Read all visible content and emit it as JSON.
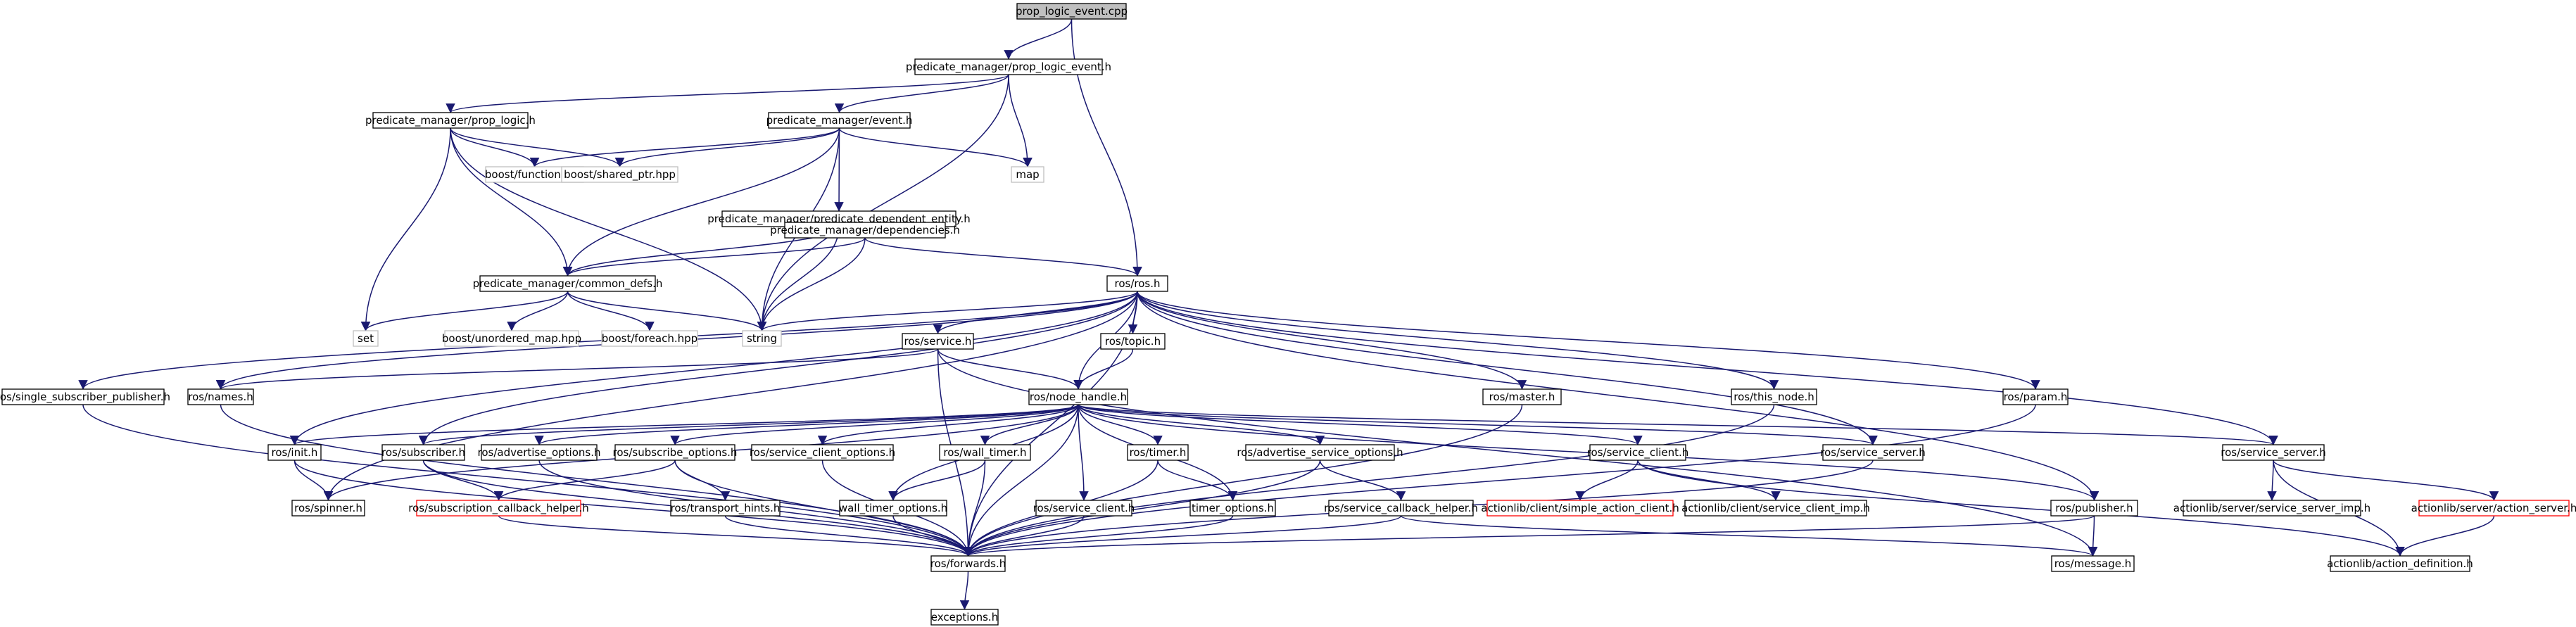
{
  "title": "prop_logic_event.cpp",
  "colors": {
    "edge": "#191970",
    "border_normal": "#000000",
    "border_external": "#bfbfbf",
    "border_missing": "#ff0000",
    "root_fill": "#bfbfbf",
    "fill": "#ffffff"
  },
  "nodes": [
    {
      "id": "root",
      "label": "prop_logic_event.cpp",
      "style": "root"
    },
    {
      "id": "pm_ple",
      "label": "predicate_manager/prop_logic_event.h",
      "style": "normal"
    },
    {
      "id": "pm_pl",
      "label": "predicate_manager/prop_logic.h",
      "style": "normal"
    },
    {
      "id": "pm_event",
      "label": "predicate_manager/event.h",
      "style": "normal"
    },
    {
      "id": "boost_function",
      "label": "boost/function.hpp",
      "style": "external"
    },
    {
      "id": "boost_shared",
      "label": "boost/shared_ptr.hpp",
      "style": "external"
    },
    {
      "id": "map",
      "label": "map",
      "style": "external"
    },
    {
      "id": "pm_pde",
      "label": "predicate_manager/predicate_dependent_entity.h",
      "style": "normal"
    },
    {
      "id": "pm_dep",
      "label": "predicate_manager/dependencies.h",
      "style": "normal"
    },
    {
      "id": "pm_cd",
      "label": "predicate_manager/common_defs.h",
      "style": "normal"
    },
    {
      "id": "set",
      "label": "set",
      "style": "external"
    },
    {
      "id": "boost_um",
      "label": "boost/unordered_map.hpp",
      "style": "external"
    },
    {
      "id": "boost_fe",
      "label": "boost/foreach.hpp",
      "style": "external"
    },
    {
      "id": "string",
      "label": "string",
      "style": "external"
    },
    {
      "id": "ros_ros",
      "label": "ros/ros.h",
      "style": "normal"
    },
    {
      "id": "ros_service",
      "label": "ros/service.h",
      "style": "normal"
    },
    {
      "id": "ros_topic",
      "label": "ros/topic.h",
      "style": "normal"
    },
    {
      "id": "ros_ssp",
      "label": "ros/single_subscriber_publisher.h",
      "style": "normal"
    },
    {
      "id": "ros_names",
      "label": "ros/names.h",
      "style": "normal"
    },
    {
      "id": "ros_nh",
      "label": "ros/node_handle.h",
      "style": "normal"
    },
    {
      "id": "ros_master",
      "label": "ros/master.h",
      "style": "normal"
    },
    {
      "id": "ros_this_node",
      "label": "ros/this_node.h",
      "style": "normal"
    },
    {
      "id": "ros_param",
      "label": "ros/param.h",
      "style": "normal"
    },
    {
      "id": "ros_ss_root",
      "label": "ros/service_server.h",
      "style": "normal"
    },
    {
      "id": "ros_init",
      "label": "ros/init.h",
      "style": "normal"
    },
    {
      "id": "ros_subscriber",
      "label": "ros/subscriber.h",
      "style": "normal"
    },
    {
      "id": "ros_adv_opt",
      "label": "ros/advertise_options.h",
      "style": "normal"
    },
    {
      "id": "ros_sub_opt",
      "label": "ros/subscribe_options.h",
      "style": "normal"
    },
    {
      "id": "ros_sc_opt",
      "label": "ros/service_client_options.h",
      "style": "normal"
    },
    {
      "id": "ros_wall_timer",
      "label": "ros/wall_timer.h",
      "style": "normal"
    },
    {
      "id": "ros_timer",
      "label": "ros/timer.h",
      "style": "normal"
    },
    {
      "id": "ros_adv_svc_opt",
      "label": "ros/advertise_service_options.h",
      "style": "normal"
    },
    {
      "id": "ros_sc_a",
      "label": "ros/service_client.h",
      "style": "normal"
    },
    {
      "id": "ros_ss_b",
      "label": "ros/service_server.h",
      "style": "normal"
    },
    {
      "id": "ros_publisher",
      "label": "ros/publisher.h",
      "style": "normal"
    },
    {
      "id": "ros_spinner",
      "label": "ros/spinner.h",
      "style": "normal"
    },
    {
      "id": "ros_scb",
      "label": "ros/subscription_callback_helper.h",
      "style": "missing"
    },
    {
      "id": "ros_th",
      "label": "ros/transport_hints.h",
      "style": "normal"
    },
    {
      "id": "ros_wto",
      "label": "wall_timer_options.h",
      "style": "normal"
    },
    {
      "id": "ros_sc_b",
      "label": "ros/service_client.h",
      "style": "normal"
    },
    {
      "id": "ros_to",
      "label": "timer_options.h",
      "style": "normal"
    },
    {
      "id": "ros_svc_cb",
      "label": "ros/service_callback_helper.h",
      "style": "normal"
    },
    {
      "id": "al_sac",
      "label": "actionlib/client/simple_action_client.h",
      "style": "missing"
    },
    {
      "id": "al_sci",
      "label": "actionlib/client/service_client_imp.h",
      "style": "normal"
    },
    {
      "id": "al_ssi",
      "label": "actionlib/server/service_server_imp.h",
      "style": "normal"
    },
    {
      "id": "al_as",
      "label": "actionlib/server/action_server.h",
      "style": "missing"
    },
    {
      "id": "al_ad",
      "label": "actionlib/action_definition.h",
      "style": "normal"
    },
    {
      "id": "ros_forwards",
      "label": "ros/forwards.h",
      "style": "normal"
    },
    {
      "id": "ros_message",
      "label": "ros/message.h",
      "style": "normal"
    },
    {
      "id": "exceptions",
      "label": "exceptions.h",
      "style": "normal"
    }
  ],
  "edges": [
    [
      "root",
      "pm_ple"
    ],
    [
      "root",
      "ros_ros"
    ],
    [
      "pm_ple",
      "pm_pl"
    ],
    [
      "pm_ple",
      "pm_event"
    ],
    [
      "pm_ple",
      "map"
    ],
    [
      "pm_ple",
      "string"
    ],
    [
      "pm_pl",
      "boost_function"
    ],
    [
      "pm_pl",
      "boost_shared"
    ],
    [
      "pm_pl",
      "pm_cd"
    ],
    [
      "pm_pl",
      "set"
    ],
    [
      "pm_pl",
      "string"
    ],
    [
      "pm_event",
      "boost_function"
    ],
    [
      "pm_event",
      "boost_shared"
    ],
    [
      "pm_event",
      "map"
    ],
    [
      "pm_event",
      "pm_pde"
    ],
    [
      "pm_event",
      "pm_cd"
    ],
    [
      "pm_event",
      "string"
    ],
    [
      "pm_pde",
      "pm_dep"
    ],
    [
      "pm_pde",
      "pm_cd"
    ],
    [
      "pm_pde",
      "string"
    ],
    [
      "pm_dep",
      "pm_cd"
    ],
    [
      "pm_dep",
      "string"
    ],
    [
      "pm_dep",
      "ros_ros"
    ],
    [
      "pm_cd",
      "set"
    ],
    [
      "pm_cd",
      "boost_um"
    ],
    [
      "pm_cd",
      "boost_fe"
    ],
    [
      "pm_cd",
      "string"
    ],
    [
      "ros_ros",
      "string"
    ],
    [
      "ros_ros",
      "ros_service"
    ],
    [
      "ros_ros",
      "ros_topic"
    ],
    [
      "ros_ros",
      "ros_ssp"
    ],
    [
      "ros_ros",
      "ros_names"
    ],
    [
      "ros_ros",
      "ros_nh"
    ],
    [
      "ros_ros",
      "ros_master"
    ],
    [
      "ros_ros",
      "ros_this_node"
    ],
    [
      "ros_ros",
      "ros_param"
    ],
    [
      "ros_ros",
      "ros_ss_root"
    ],
    [
      "ros_ros",
      "ros_init"
    ],
    [
      "ros_ros",
      "ros_subscriber"
    ],
    [
      "ros_ros",
      "ros_spinner"
    ],
    [
      "ros_ros",
      "ros_ss_b"
    ],
    [
      "ros_ros",
      "ros_publisher"
    ],
    [
      "ros_ros",
      "ros_forwards"
    ],
    [
      "ros_service",
      "ros_names"
    ],
    [
      "ros_service",
      "ros_nh"
    ],
    [
      "ros_service",
      "ros_forwards"
    ],
    [
      "ros_service",
      "ros_message"
    ],
    [
      "ros_topic",
      "ros_nh"
    ],
    [
      "ros_ssp",
      "ros_forwards"
    ],
    [
      "ros_names",
      "ros_forwards"
    ],
    [
      "ros_nh",
      "ros_init"
    ],
    [
      "ros_nh",
      "ros_subscriber"
    ],
    [
      "ros_nh",
      "ros_adv_opt"
    ],
    [
      "ros_nh",
      "ros_sub_opt"
    ],
    [
      "ros_nh",
      "ros_sc_opt"
    ],
    [
      "ros_nh",
      "ros_wall_timer"
    ],
    [
      "ros_nh",
      "ros_timer"
    ],
    [
      "ros_nh",
      "ros_adv_svc_opt"
    ],
    [
      "ros_nh",
      "ros_sc_a"
    ],
    [
      "ros_nh",
      "ros_ss_b"
    ],
    [
      "ros_nh",
      "ros_publisher"
    ],
    [
      "ros_nh",
      "ros_spinner"
    ],
    [
      "ros_nh",
      "ros_wto"
    ],
    [
      "ros_nh",
      "ros_sc_b"
    ],
    [
      "ros_nh",
      "ros_to"
    ],
    [
      "ros_nh",
      "ros_forwards"
    ],
    [
      "ros_nh",
      "ros_ss_root"
    ],
    [
      "ros_master",
      "ros_forwards"
    ],
    [
      "ros_this_node",
      "ros_forwards"
    ],
    [
      "ros_param",
      "ros_forwards"
    ],
    [
      "ros_init",
      "ros_spinner"
    ],
    [
      "ros_init",
      "ros_forwards"
    ],
    [
      "ros_subscriber",
      "ros_scb"
    ],
    [
      "ros_subscriber",
      "ros_forwards"
    ],
    [
      "ros_adv_opt",
      "ros_forwards"
    ],
    [
      "ros_sub_opt",
      "ros_scb"
    ],
    [
      "ros_sub_opt",
      "ros_th"
    ],
    [
      "ros_sub_opt",
      "ros_forwards"
    ],
    [
      "ros_sc_opt",
      "ros_forwards"
    ],
    [
      "ros_wall_timer",
      "ros_wto"
    ],
    [
      "ros_wall_timer",
      "ros_forwards"
    ],
    [
      "ros_timer",
      "ros_to"
    ],
    [
      "ros_timer",
      "ros_forwards"
    ],
    [
      "ros_adv_svc_opt",
      "ros_svc_cb"
    ],
    [
      "ros_adv_svc_opt",
      "ros_forwards"
    ],
    [
      "ros_sc_a",
      "al_sac"
    ],
    [
      "ros_sc_a",
      "al_sci"
    ],
    [
      "ros_sc_a",
      "al_ad"
    ],
    [
      "ros_ss_b",
      "ros_forwards"
    ],
    [
      "ros_publisher",
      "ros_message"
    ],
    [
      "ros_publisher",
      "ros_forwards"
    ],
    [
      "ros_ss_root",
      "al_ssi"
    ],
    [
      "ros_ss_root",
      "al_as"
    ],
    [
      "ros_ss_root",
      "al_ad"
    ],
    [
      "al_as",
      "al_ad"
    ],
    [
      "ros_scb",
      "ros_forwards"
    ],
    [
      "ros_th",
      "ros_forwards"
    ],
    [
      "ros_wto",
      "ros_forwards"
    ],
    [
      "ros_sc_b",
      "ros_forwards"
    ],
    [
      "ros_to",
      "ros_forwards"
    ],
    [
      "ros_svc_cb",
      "ros_forwards"
    ],
    [
      "ros_svc_cb",
      "ros_message"
    ],
    [
      "ros_forwards",
      "exceptions"
    ]
  ]
}
